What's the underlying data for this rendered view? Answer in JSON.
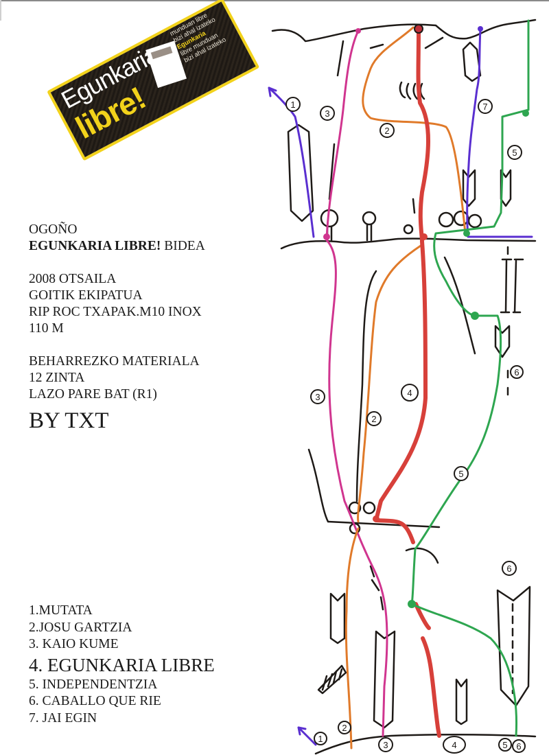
{
  "sticker": {
    "title": "Egunkaria",
    "subtitle": "libre!",
    "lines": [
      "munduan libre",
      "bizi ahal izateko",
      "Egunkaria",
      "libre munduan",
      "bizi ahal izateko"
    ],
    "highlight_index": 2
  },
  "info": {
    "location": "OGOÑO",
    "route_name_bold": "EGUNKARIA LIBRE!",
    "route_name_rest": " BIDEA",
    "date": "2008 OTSAILA",
    "equipped": "GOITIK EKIPATUA",
    "bolts": "RIP ROC TXAPAK.M10 INOX",
    "length": "110 M",
    "material_heading": "BEHARREZKO MATERIALA",
    "material_1": "12 ZINTA",
    "material_2": "LAZO PARE BAT (R1)",
    "author": "BY TXT"
  },
  "legend": {
    "routes": [
      {
        "label": "1.MUTATA",
        "highlight": false
      },
      {
        "label": "2.JOSU GARTZIA",
        "highlight": false
      },
      {
        "label": "3. KAIO KUME",
        "highlight": false
      },
      {
        "label": "4. EGUNKARIA LIBRE",
        "highlight": true
      },
      {
        "label": "5. INDEPENDENTZIA",
        "highlight": false
      },
      {
        "label": "6. CABALLO QUE RIE",
        "highlight": false
      },
      {
        "label": "7. JAI EGIN",
        "highlight": false
      }
    ]
  },
  "topo": {
    "route_colors": {
      "1": "#5a2fd0",
      "2": "#e07a2a",
      "3": "#d0358f",
      "4": "#d7403a",
      "5": "#2ea650",
      "7": "#5a2fd0"
    },
    "ink_color": "#1e1a17",
    "labels": [
      "1",
      "2",
      "3",
      "4",
      "5",
      "6",
      "7"
    ]
  }
}
